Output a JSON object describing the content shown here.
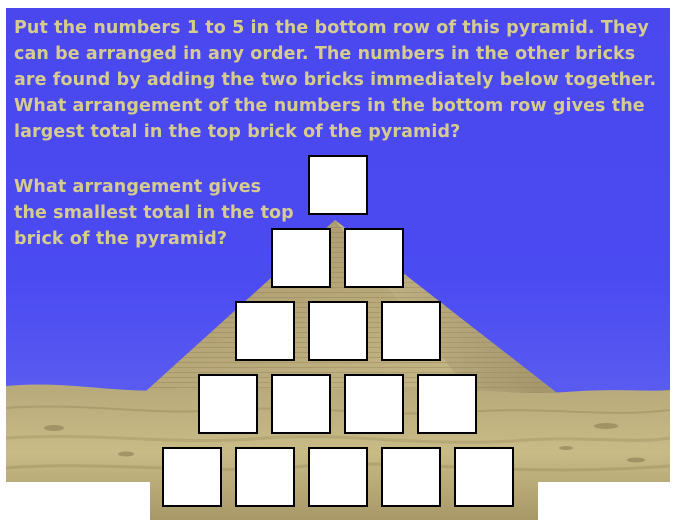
{
  "puzzle": {
    "instructions": "Put the numbers 1 to 5 in the bottom row of this pyramid. They can be arranged in any order. The numbers in the other bricks are found by adding the two bricks immediately below together. What arrangement of the numbers in the bottom row gives the largest total in the top brick of the pyramid?",
    "question": "What arrangement gives the smallest total in the top brick of the pyramid?"
  },
  "pyramid": {
    "rows": [
      {
        "name": "row-1",
        "bricks": [
          ""
        ]
      },
      {
        "name": "row-2",
        "bricks": [
          "",
          ""
        ]
      },
      {
        "name": "row-3",
        "bricks": [
          "",
          "",
          ""
        ]
      },
      {
        "name": "row-4",
        "bricks": [
          "",
          "",
          "",
          ""
        ]
      },
      {
        "name": "row-5",
        "bricks": [
          "",
          "",
          "",
          "",
          ""
        ]
      }
    ]
  },
  "colors": {
    "sky": "#4b4bf2",
    "text": "#d6cc8f",
    "sand": "#c2b47c",
    "stone": "#b8a87a",
    "brick_fill": "#ffffff",
    "brick_border": "#000000"
  }
}
